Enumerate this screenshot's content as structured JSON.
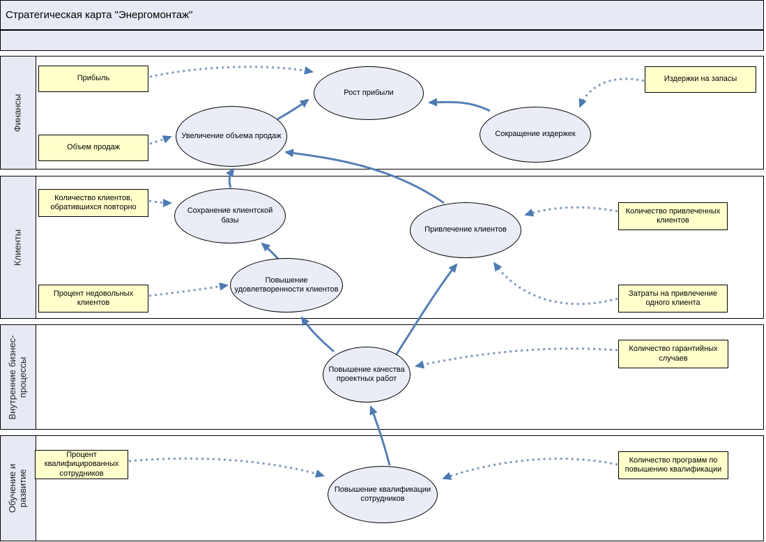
{
  "title": "Стратегическая карта \"Энергомонтаж\"",
  "colors": {
    "band_background": "#e7eaf4",
    "objective_fill": "#eaedf6",
    "kpi_fill": "#ffffcc",
    "solid_arrow": "#5580b5",
    "dotted_arrow": "#8099bc",
    "border": "#000000"
  },
  "bands": {
    "finance": {
      "label": "Финансы"
    },
    "clients": {
      "label": "Клиенты"
    },
    "processes": {
      "label": "Внутренние бизнес-процессы"
    },
    "learning": {
      "label": "Обучение и развитие"
    }
  },
  "objectives": {
    "profit_growth": {
      "label": "Рост прибыли"
    },
    "sales_increase": {
      "label": "Увеличение объема продаж"
    },
    "cost_reduction": {
      "label": "Сокращение издержек"
    },
    "client_retention": {
      "label": "Сохранение клиентской базы"
    },
    "client_attraction": {
      "label": "Привлечение клиентов"
    },
    "satisfaction": {
      "label": "Повышение удовлетворенности клиентов"
    },
    "quality": {
      "label": "Повышение качества проектных работ"
    },
    "qualification": {
      "label": "Повышение квалификации сотрудников"
    }
  },
  "kpis": {
    "profit": {
      "label": "Прибыль"
    },
    "sales_volume": {
      "label": "Объем продаж"
    },
    "inventory_costs": {
      "label": "Издержки на запасы"
    },
    "repeat_clients": {
      "label": "Количество клиентов, обратившихся повторно"
    },
    "unsatisfied_percent": {
      "label": "Процент недовольных клиентов"
    },
    "attracted_clients": {
      "label": "Количество привлеченных клиентов"
    },
    "attraction_cost": {
      "label": "Затраты на привлечение одного клиента"
    },
    "warranty_cases": {
      "label": "Количество гарантийных случаев"
    },
    "qualified_percent": {
      "label": "Процент квалифицированных сотрудников"
    },
    "training_programs": {
      "label": "Количество программ по повышению квалификации"
    }
  },
  "edges": [
    {
      "from": "sales_increase",
      "to": "profit_growth",
      "style": "solid"
    },
    {
      "from": "cost_reduction",
      "to": "profit_growth",
      "style": "solid"
    },
    {
      "from": "client_retention",
      "to": "sales_increase",
      "style": "solid"
    },
    {
      "from": "client_attraction",
      "to": "sales_increase",
      "style": "solid"
    },
    {
      "from": "satisfaction",
      "to": "client_retention",
      "style": "solid"
    },
    {
      "from": "quality",
      "to": "satisfaction",
      "style": "solid"
    },
    {
      "from": "quality",
      "to": "client_attraction",
      "style": "solid"
    },
    {
      "from": "qualification",
      "to": "quality",
      "style": "solid"
    },
    {
      "from": "profit",
      "to": "profit_growth",
      "style": "dotted"
    },
    {
      "from": "sales_volume",
      "to": "sales_increase",
      "style": "dotted"
    },
    {
      "from": "inventory_costs",
      "to": "cost_reduction",
      "style": "dotted"
    },
    {
      "from": "repeat_clients",
      "to": "client_retention",
      "style": "dotted"
    },
    {
      "from": "unsatisfied_percent",
      "to": "satisfaction",
      "style": "dotted"
    },
    {
      "from": "attracted_clients",
      "to": "client_attraction",
      "style": "dotted"
    },
    {
      "from": "attraction_cost",
      "to": "client_attraction",
      "style": "dotted"
    },
    {
      "from": "warranty_cases",
      "to": "quality",
      "style": "dotted"
    },
    {
      "from": "qualified_percent",
      "to": "qualification",
      "style": "dotted"
    },
    {
      "from": "training_programs",
      "to": "qualification",
      "style": "dotted"
    }
  ]
}
